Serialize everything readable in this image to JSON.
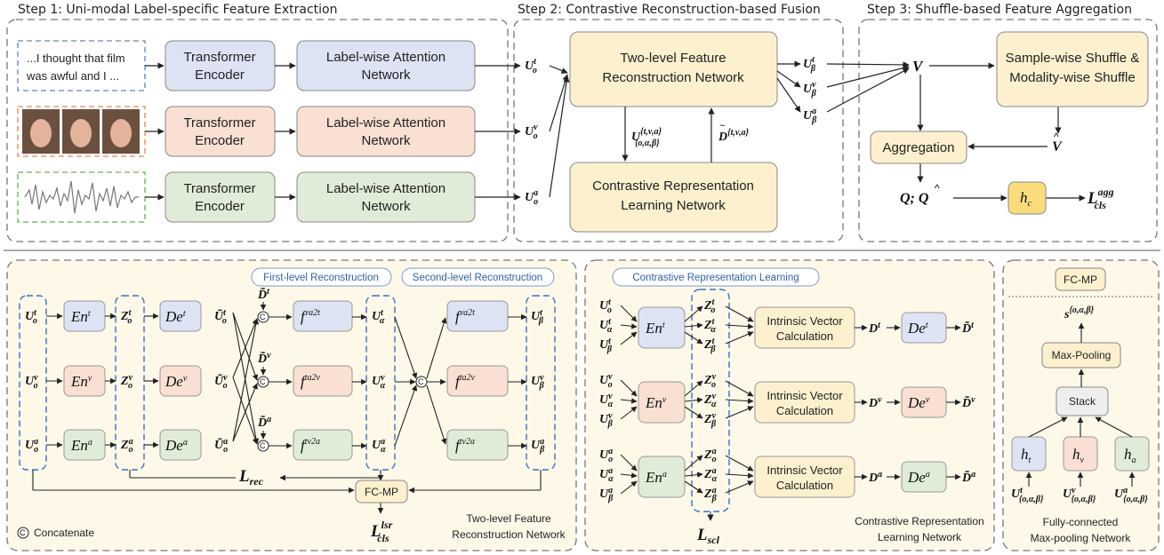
{
  "top": {
    "step1": {
      "title": "Step 1: Uni-modal Label-specific Feature Extraction",
      "text_sample_line1": "...I thought that film",
      "text_sample_line2": "was awful and I   ...",
      "encoder_line1": "Transformer",
      "encoder_line2": "Encoder",
      "attention_line1": "Label-wise Attention",
      "attention_line2": "Network",
      "outputs": {
        "t": "t",
        "v": "v",
        "a": "a",
        "base": "U",
        "sub": "o"
      }
    },
    "step2": {
      "title": "Step 2: Contrastive Reconstruction-based Fusion",
      "recon_line1": "Two-level Feature",
      "recon_line2": "Reconstruction Network",
      "contrast_line1": "Contrastive Representation",
      "contrast_line2": "Learning Network",
      "down_label_base": "U",
      "down_label_sup": "{t,v,a}",
      "down_label_sub": "{o,α,β}",
      "up_label_base": "D",
      "up_label_sup": "{t,v,a}"
    },
    "step3": {
      "title": "Step 3: Shuffle-based Feature Aggregation",
      "shuffle_line1": "Sample-wise Shuffle &",
      "shuffle_line2": "Modality-wise Shuffle",
      "aggregation": "Aggregation",
      "V": "V",
      "Vhat": "V",
      "Q": "Q; Q",
      "hc_base": "h",
      "hc_sub": "c",
      "loss_base": "L",
      "loss_sup": "agg",
      "loss_sub": "cls"
    }
  },
  "bottom": {
    "panel1": {
      "pill_first": "First-level Reconstruction",
      "pill_second": "Second-level Reconstruction",
      "fcmp": "FC-MP",
      "loss_rec_base": "L",
      "loss_rec_sub": "rec",
      "loss_lsr_base": "L",
      "loss_lsr_sup": "lsr",
      "loss_lsr_sub": "cls",
      "concat_symbol": "C",
      "concat_label": "Concatenate",
      "caption_line1": "Two-level Feature",
      "caption_line2": "Reconstruction Network",
      "f_first": [
        "va2t",
        "ta2v",
        "tv2a"
      ],
      "f_second": [
        "va2t",
        "ta2v",
        "tv2a"
      ],
      "modalities": [
        "t",
        "v",
        "a"
      ]
    },
    "panel2": {
      "pill": "Contrastive Representation Learning",
      "ivc_line1": "Intrinsic Vector",
      "ivc_line2": "Calculation",
      "loss_base": "L",
      "loss_sub": "scl",
      "caption_line1": "Contrastive Representation",
      "caption_line2": "Learning Network"
    },
    "panel3": {
      "header": "FC-MP",
      "s_base": "s",
      "s_sup": "{o,α,β}",
      "maxpool": "Max-Pooling",
      "stack": "Stack",
      "h_subs": [
        "t",
        "v",
        "a"
      ],
      "u_sub": "{o,α,β}",
      "caption_line1": "Fully-connected",
      "caption_line2": "Max-pooling Network"
    }
  },
  "colors": {
    "blue_fill": "#dde3f3",
    "orange_fill": "#f9e0d2",
    "green_fill": "#e0ecd7",
    "yellow_fill": "#fcf0cf",
    "panel_fill": "#fdf8e8",
    "hc_fill": "#fbdc7d",
    "border": "#8a8a8a"
  }
}
